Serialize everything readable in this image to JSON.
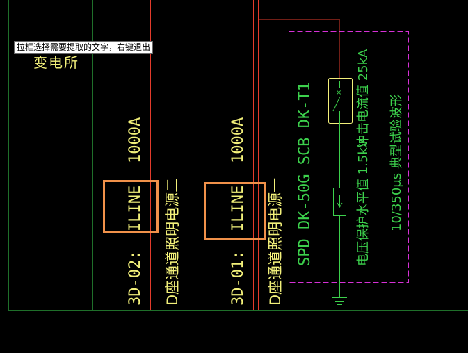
{
  "tooltip": {
    "text": "拉框选择需要提取的文字，右键退出"
  },
  "substation": {
    "label": "变电所"
  },
  "circuits": [
    {
      "id_label": "3D-02:",
      "line_label": "ILINE",
      "rating": "1000A",
      "description": "D座通道照明电源二"
    },
    {
      "id_label": "3D-01:",
      "line_label": "ILINE",
      "rating": "1000A",
      "description": "D座通道照明电源一"
    }
  ],
  "spd": {
    "model": "SPD DK-50G SCB DK-T1",
    "spec_voltage": "电压保护水平值 1.5kV",
    "spec_current": "冲击电流值 25kA",
    "spec_wave": "10/350μs 典型试验波形"
  },
  "colors": {
    "background": "#000000",
    "frame_green": "#1f6f2a",
    "red_line": "#e23b2b",
    "yellow_text": "#f2f07a",
    "spd_green": "#3cd04c",
    "magenta_box": "#d630d6",
    "selection_orange": "#f0914a"
  }
}
